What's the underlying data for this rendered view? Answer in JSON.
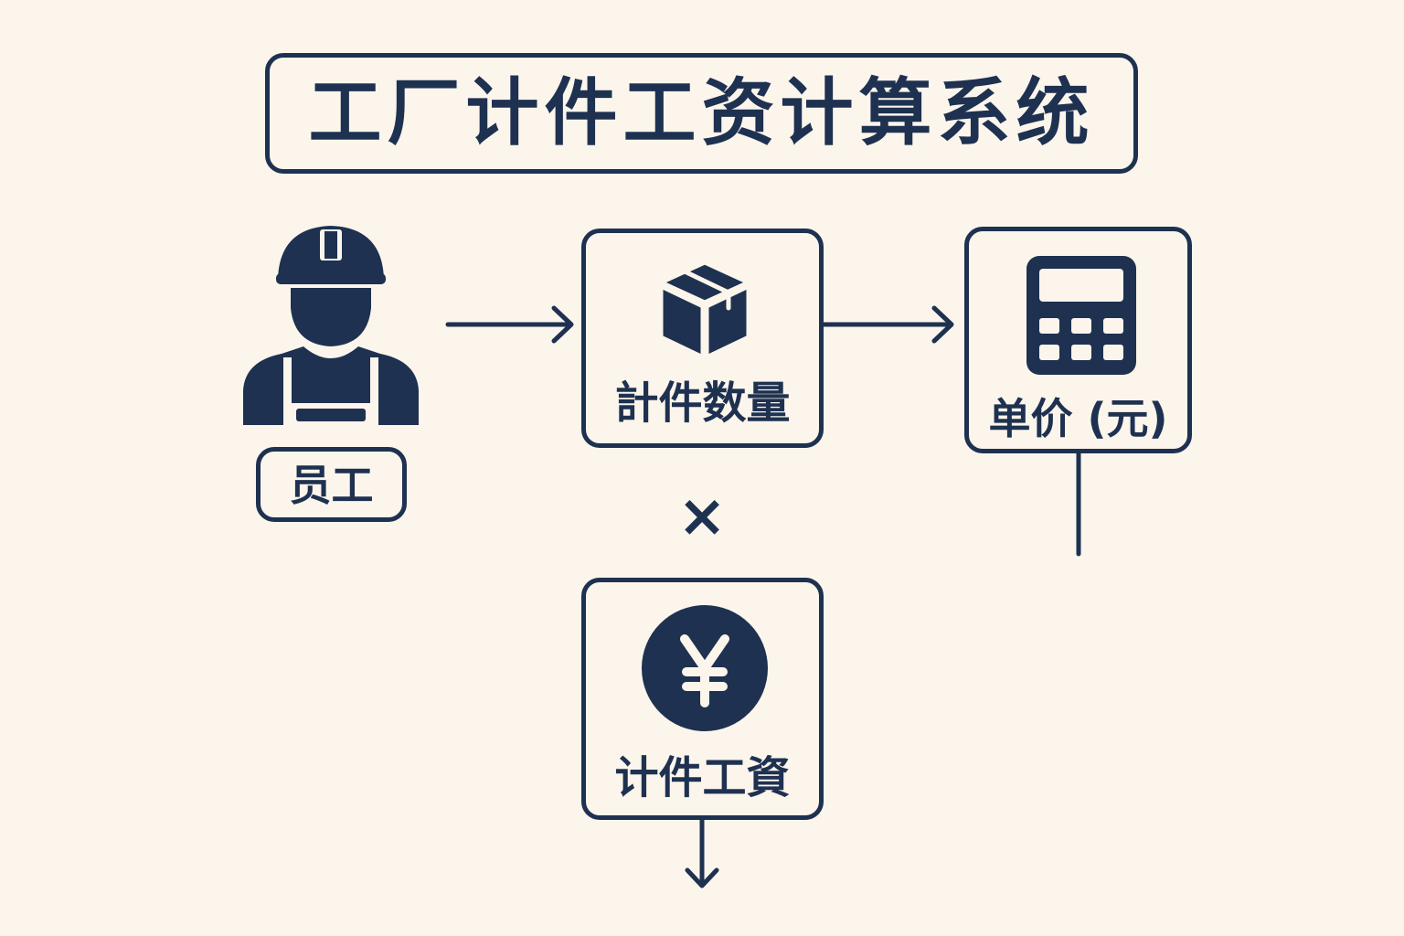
{
  "title": "工厂计件工资计算系统",
  "nodes": {
    "employee": {
      "label": "员工",
      "icon": "worker-icon"
    },
    "quantity": {
      "label": "計件数量",
      "icon": "box-icon"
    },
    "unit_price": {
      "label": "单价 (元)",
      "icon": "calculator-icon"
    },
    "wage": {
      "label": "计件工資",
      "icon": "yen-icon"
    }
  },
  "operator": "×",
  "colors": {
    "primary": "#1e3150",
    "background": "#fbf5ec"
  }
}
